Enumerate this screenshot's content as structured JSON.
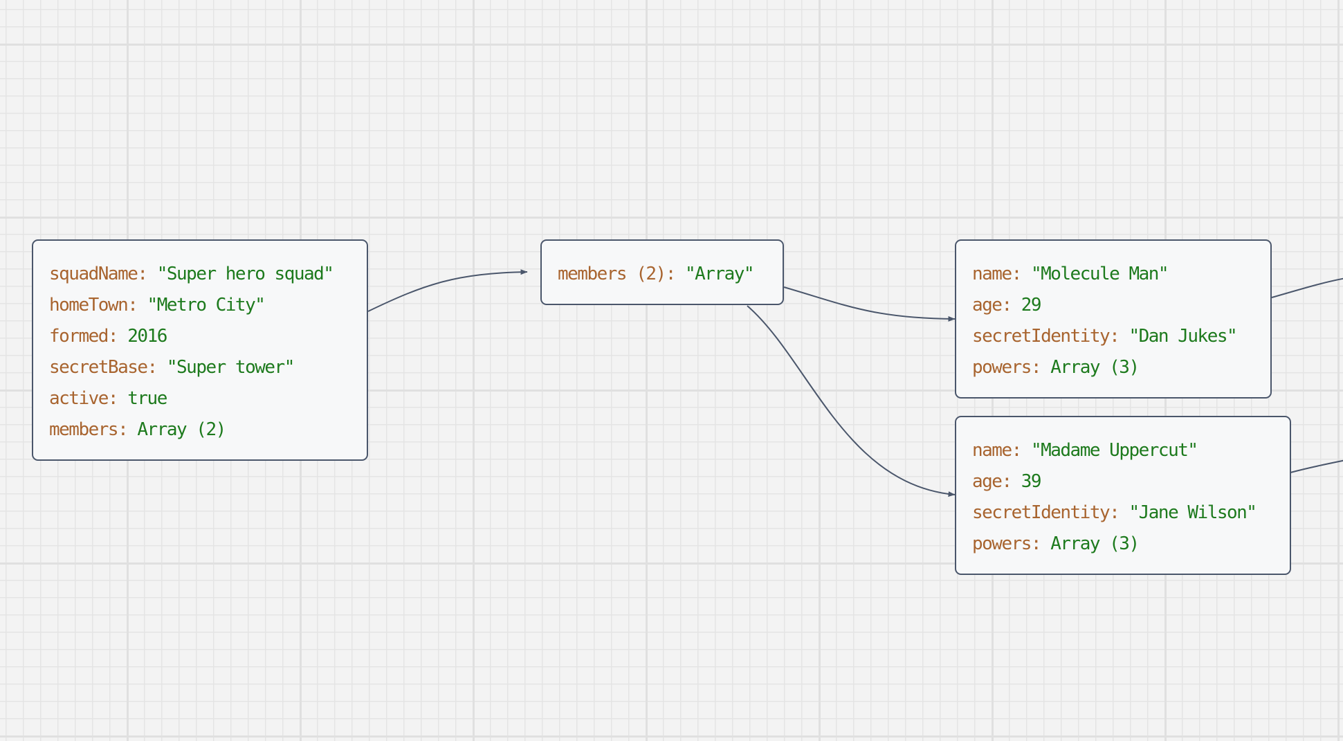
{
  "nodes": {
    "root": {
      "rows": [
        {
          "key": "squadName",
          "value": "\"Super hero squad\""
        },
        {
          "key": "homeTown",
          "value": "\"Metro City\""
        },
        {
          "key": "formed",
          "value": "2016"
        },
        {
          "key": "secretBase",
          "value": "\"Super tower\""
        },
        {
          "key": "active",
          "value": "true"
        },
        {
          "key": "members",
          "value": "Array (2)"
        }
      ]
    },
    "members": {
      "rows": [
        {
          "key": "members (2)",
          "value": "\"Array\""
        }
      ]
    },
    "member_1": {
      "rows": [
        {
          "key": "name",
          "value": "\"Molecule Man\""
        },
        {
          "key": "age",
          "value": "29"
        },
        {
          "key": "secretIdentity",
          "value": "\"Dan Jukes\""
        },
        {
          "key": "powers",
          "value": "Array (3)"
        }
      ]
    },
    "member_2": {
      "rows": [
        {
          "key": "name",
          "value": "\"Madame Uppercut\""
        },
        {
          "key": "age",
          "value": "39"
        },
        {
          "key": "secretIdentity",
          "value": "\"Jane Wilson\""
        },
        {
          "key": "powers",
          "value": "Array (3)"
        }
      ]
    }
  },
  "edges": [
    {
      "from": "root",
      "to": "members"
    },
    {
      "from": "members",
      "to": "member_1"
    },
    {
      "from": "members",
      "to": "member_2"
    },
    {
      "from": "member_1",
      "to": "member_1.powers"
    },
    {
      "from": "member_2",
      "to": "member_2.powers"
    }
  ],
  "colors": {
    "key": "#a8642f",
    "value": "#1d7a1d",
    "edge": "#4a566b",
    "node_border": "#4a566b",
    "node_fill": "#f7f8f9",
    "canvas": "#f3f3f3",
    "grid": "#e0e0e0"
  }
}
